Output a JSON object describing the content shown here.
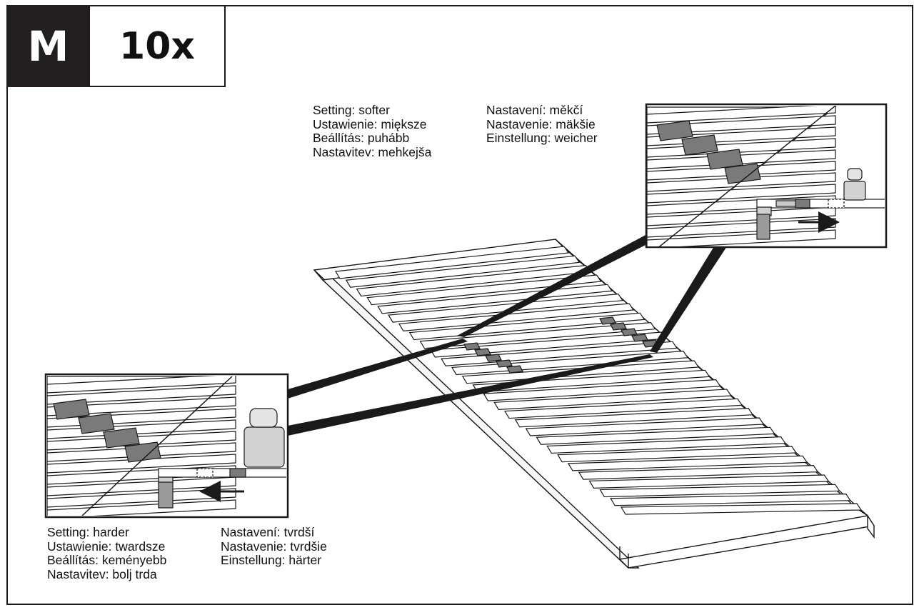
{
  "header": {
    "step_letter": "M",
    "quantity": "10x"
  },
  "softer": {
    "lines_left": [
      "Setting: softer",
      "Ustawienie: miększe",
      "Beállítás: puhább",
      "Nastavitev: mehkejša"
    ],
    "lines_right": [
      "Nastavení: měkčí",
      "Nastavenie: mäkšie",
      "Einstellung: weicher"
    ]
  },
  "harder": {
    "lines_left": [
      "Setting: harder",
      "Ustawienie: twardsze",
      "Beállítás: keményebb",
      "Nastavitev: bolj trda"
    ],
    "lines_right": [
      "Nastavení: tvrdší",
      "Nastavenie: tvrdšie",
      "Einstellung: härter"
    ]
  },
  "colors": {
    "ink": "#1a1a1a",
    "slider": "#7a7a7a",
    "slider_light": "#c8c8c8",
    "arrow": "#555555"
  },
  "icons": [
    "arrow-right-icon",
    "arrow-left-icon",
    "weight-icon"
  ]
}
